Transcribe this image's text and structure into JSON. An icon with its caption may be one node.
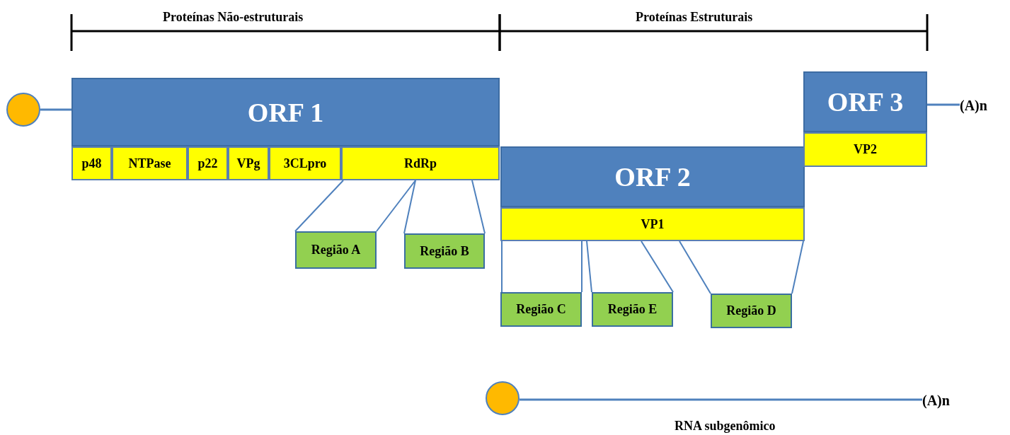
{
  "diagram": {
    "nodes": [
      {
        "text": [],
        "shape": "circle"
      },
      {
        "text": [
          "ORF 1"
        ]
      },
      {
        "text": [
          "p48"
        ]
      },
      {
        "text": [
          "NTPase"
        ]
      },
      {
        "text": [
          "p22"
        ]
      },
      {
        "text": [
          "VPg"
        ]
      },
      {
        "text": [
          "3CLpro"
        ]
      },
      {
        "text": [
          "RdRp"
        ]
      },
      {
        "text": [
          "ORF 2"
        ]
      },
      {
        "text": [
          "VP1"
        ]
      },
      {
        "text": [
          "ORF 3"
        ]
      },
      {
        "text": [
          "VP2"
        ]
      },
      {
        "text": [
          "Região A"
        ]
      },
      {
        "text": [
          "Região B"
        ]
      },
      {
        "text": [
          "Região C"
        ]
      },
      {
        "text": [
          "Região E"
        ]
      },
      {
        "text": [
          "Região D"
        ]
      },
      {
        "text": [
          "(A)n"
        ]
      },
      {
        "text": [],
        "shape": "circle"
      },
      {
        "text": [
          "(A)n"
        ]
      }
    ],
    "edges": [
      {
        "from": 0,
        "to": 1,
        "arrow": "none"
      },
      {
        "from": 10,
        "to": 17,
        "arrow": "none"
      },
      {
        "from": 7,
        "to": 12,
        "arrow": "none"
      },
      {
        "from": 7,
        "to": 12,
        "arrow": "none"
      },
      {
        "from": 7,
        "to": 13,
        "arrow": "none"
      },
      {
        "from": 7,
        "to": 13,
        "arrow": "none"
      },
      {
        "from": 9,
        "to": 14,
        "arrow": "none"
      },
      {
        "from": 9,
        "to": 14,
        "arrow": "none"
      },
      {
        "from": 9,
        "to": 15,
        "arrow": "none"
      },
      {
        "from": 9,
        "to": 15,
        "arrow": "none"
      },
      {
        "from": 9,
        "to": 16,
        "arrow": "none"
      },
      {
        "from": 9,
        "to": 16,
        "arrow": "none"
      },
      {
        "from": 18,
        "to": 19,
        "arrow": "none"
      }
    ],
    "labels": [
      "Proteínas Não-estruturais",
      "Proteínas Estruturais",
      "RNA subgenômico"
    ]
  }
}
